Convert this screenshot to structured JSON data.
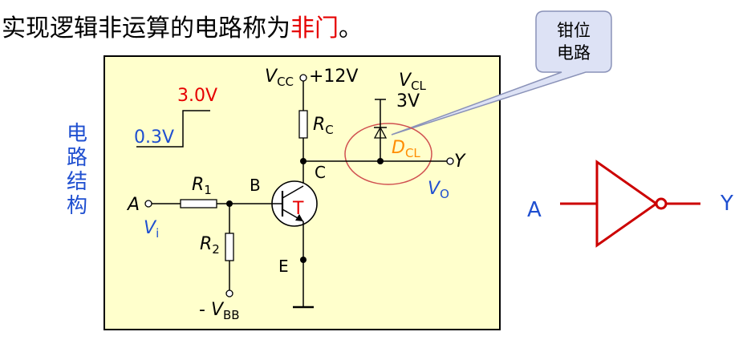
{
  "title": {
    "prefix": "实现逻辑非运算的电路称为",
    "highlight": "非门",
    "suffix": "。"
  },
  "side_label": "电路结构",
  "callout": {
    "line1": "钳位",
    "line2": "电路"
  },
  "circuit": {
    "vcc_main": "V",
    "vcc_sub": "CC",
    "vcc_value": "+12V",
    "vcl_main": "V",
    "vcl_sub": "CL",
    "vcl_value": "3V",
    "rc_main": "R",
    "rc_sub": "C",
    "dcl_main": "D",
    "dcl_sub": "CL",
    "output_y": "Y",
    "node_c": "C",
    "node_b": "B",
    "node_e": "E",
    "transistor": "T",
    "vo_main": "V",
    "vo_sub": "O",
    "input_a": "A",
    "vi_main": "V",
    "vi_sub": "i",
    "r1_main": "R",
    "r1_sub": "1",
    "r2_main": "R",
    "r2_sub": "2",
    "vbb_prefix": "- ",
    "vbb_main": "V",
    "vbb_sub": "BB"
  },
  "waveform": {
    "high": "3.0V",
    "low": "0.3V"
  },
  "not_gate": {
    "input": "A",
    "output": "Y"
  },
  "colors": {
    "box_fill": "#ffffcc",
    "gate": "#cc0000",
    "blue": "#1f4fd0",
    "orange": "#ff8c00",
    "red": "#e60000",
    "callout_fill": "#dde2f5"
  }
}
